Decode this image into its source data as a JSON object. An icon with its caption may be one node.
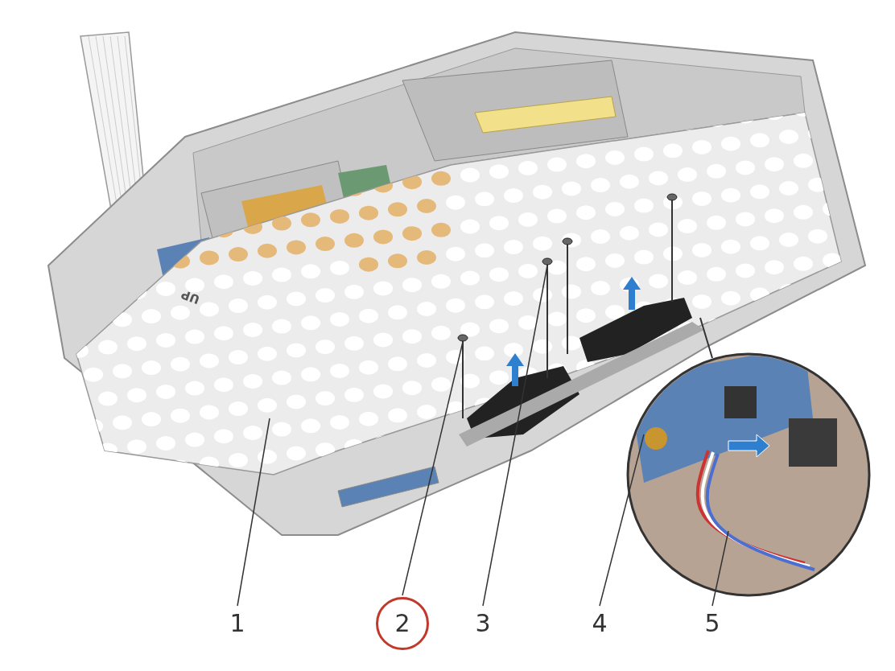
{
  "diagram": {
    "nodes": [
      {
        "text": [
          "1"
        ]
      },
      {
        "text": [
          "2"
        ]
      },
      {
        "text": [
          "3"
        ]
      },
      {
        "text": [
          "4"
        ]
      },
      {
        "text": [
          "5"
        ]
      }
    ],
    "edges": [
      {
        "from": 0,
        "to": null,
        "arrow": "none"
      },
      {
        "from": 1,
        "to": null,
        "arrow": "none"
      },
      {
        "from": 2,
        "to": null,
        "arrow": "none"
      },
      {
        "from": 3,
        "to": null,
        "arrow": "none"
      },
      {
        "from": 4,
        "to": null,
        "arrow": "none"
      }
    ],
    "labels": [
      "UP"
    ]
  }
}
